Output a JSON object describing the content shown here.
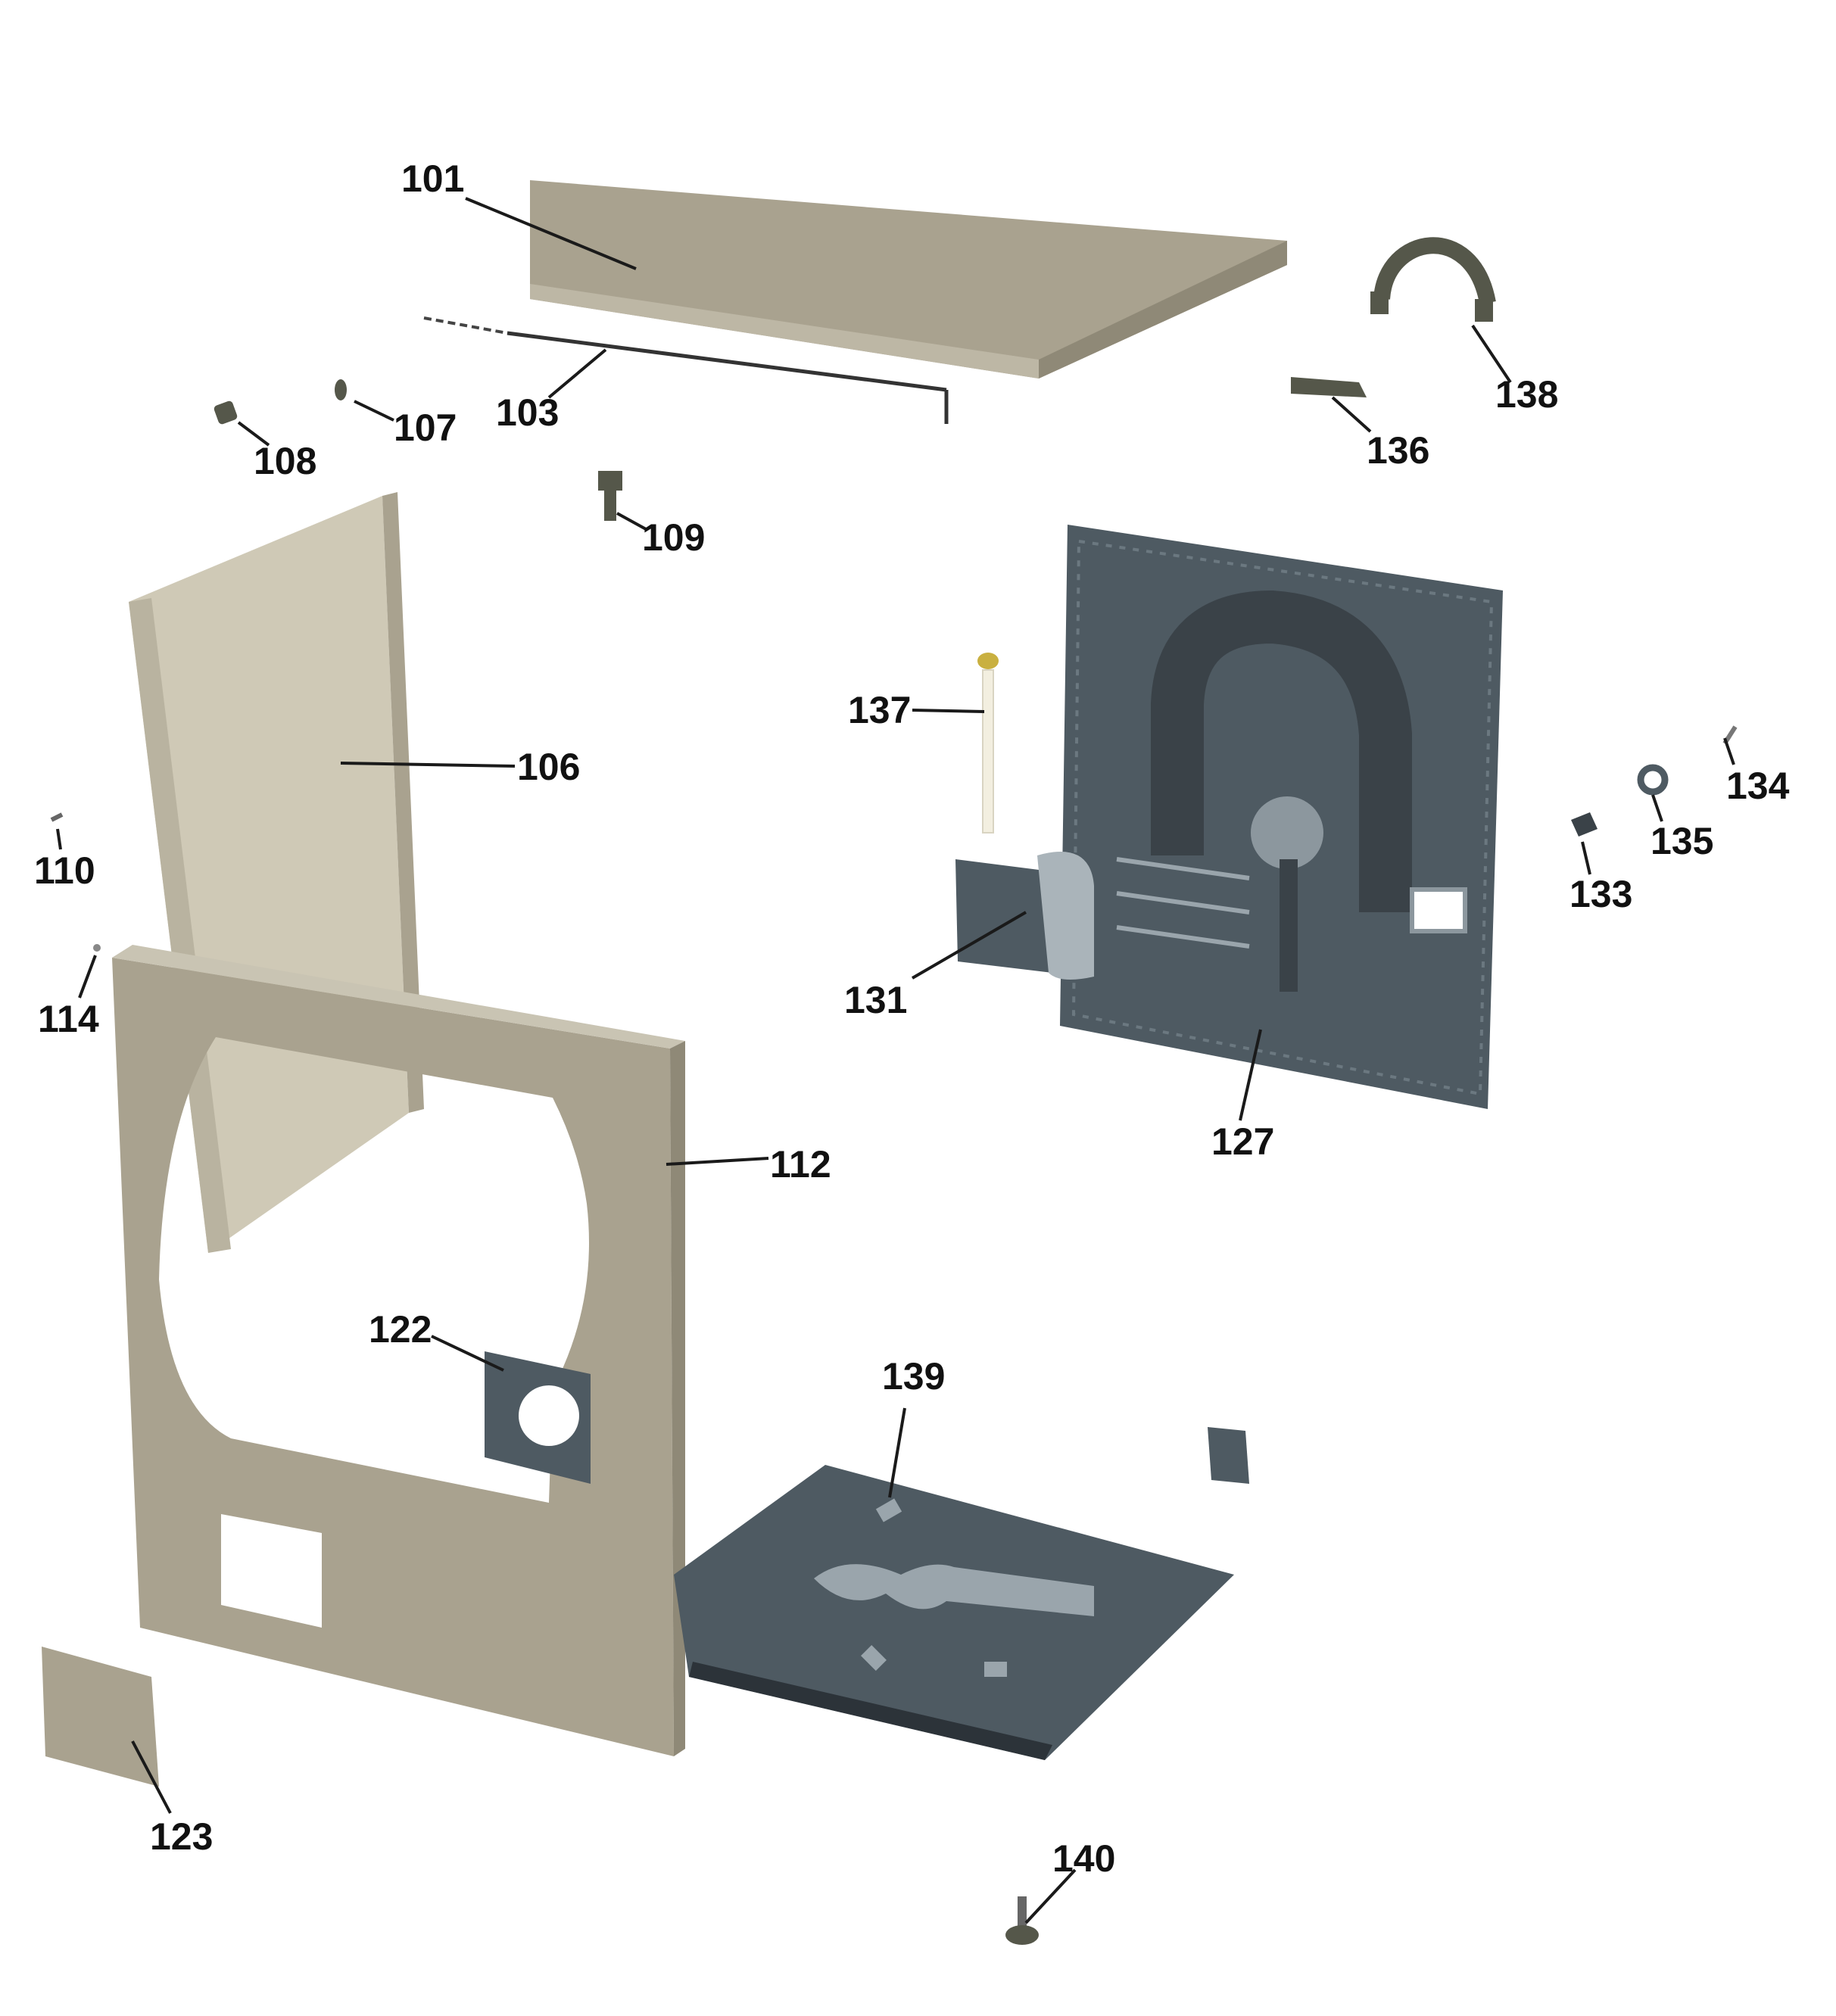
{
  "colors": {
    "cabinet_beige": "#a9a28f",
    "cabinet_beige_light": "#c9c4b3",
    "steel_gray": "#4e5a62",
    "steel_gray_dark": "#3a4248",
    "bracket_dark": "#55574a",
    "label": "#111111"
  },
  "parts": {
    "p101": "101",
    "p103": "103",
    "p106": "106",
    "p107": "107",
    "p108": "108",
    "p109": "109",
    "p110": "110",
    "p112": "112",
    "p114": "114",
    "p122": "122",
    "p123": "123",
    "p127": "127",
    "p131": "131",
    "p133": "133",
    "p134": "134",
    "p135": "135",
    "p136": "136",
    "p137": "137",
    "p138": "138",
    "p139": "139",
    "p140": "140"
  }
}
